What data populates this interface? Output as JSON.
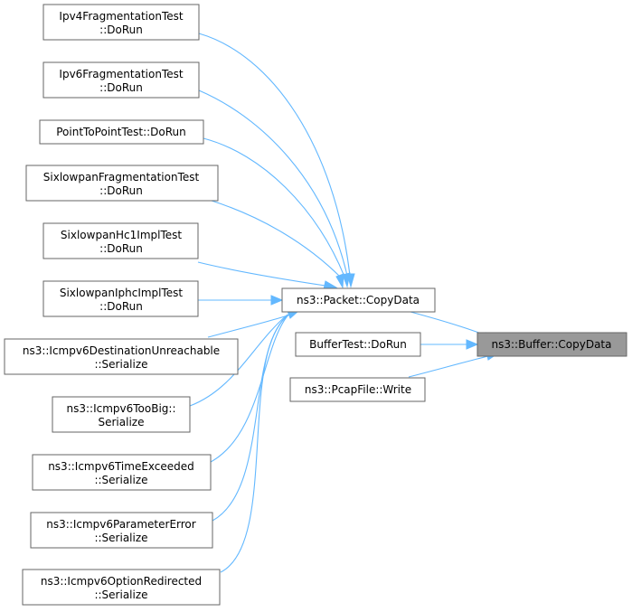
{
  "graph": {
    "focus": {
      "lines": [
        "ns3::Buffer::CopyData"
      ]
    },
    "packet_copydata": {
      "lines": [
        "ns3::Packet::CopyData"
      ]
    },
    "buffertest_dorun": {
      "lines": [
        "BufferTest::DoRun"
      ]
    },
    "pcapfile_write": {
      "lines": [
        "ns3::PcapFile::Write"
      ]
    },
    "ipv4_frag": {
      "lines": [
        "Ipv4FragmentationTest",
        "::DoRun"
      ]
    },
    "ipv6_frag": {
      "lines": [
        "Ipv6FragmentationTest",
        "::DoRun"
      ]
    },
    "p2p_test": {
      "lines": [
        "PointToPointTest::DoRun"
      ]
    },
    "sixlowpan_frag": {
      "lines": [
        "SixlowpanFragmentationTest",
        "::DoRun"
      ]
    },
    "sixlowpan_hc1": {
      "lines": [
        "SixlowpanHc1ImplTest",
        "::DoRun"
      ]
    },
    "sixlowpan_iphc": {
      "lines": [
        "SixlowpanIphcImplTest",
        "::DoRun"
      ]
    },
    "icmpv6_dest": {
      "lines": [
        "ns3::Icmpv6DestinationUnreachable",
        "::Serialize"
      ]
    },
    "icmpv6_toobig": {
      "lines": [
        "ns3::Icmpv6TooBig::",
        "Serialize"
      ]
    },
    "icmpv6_time": {
      "lines": [
        "ns3::Icmpv6TimeExceeded",
        "::Serialize"
      ]
    },
    "icmpv6_param": {
      "lines": [
        "ns3::Icmpv6ParameterError",
        "::Serialize"
      ]
    },
    "icmpv6_opt": {
      "lines": [
        "ns3::Icmpv6OptionRedirected",
        "::Serialize"
      ]
    },
    "edge_color": "#63b8ff",
    "focus_fill": "#999999",
    "node_border": "#666666"
  }
}
